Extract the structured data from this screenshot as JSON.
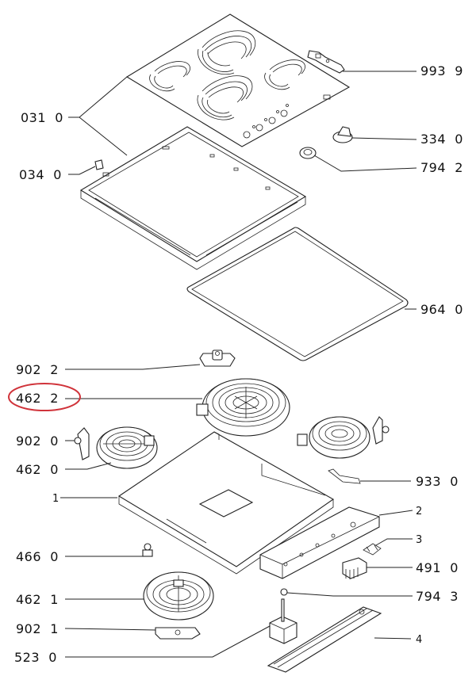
{
  "diagram": {
    "title": "Ceramic hob exploded parts diagram",
    "highlight_color": "#d0333a",
    "labels": {
      "p9939": "993  9",
      "p0310": "031  0",
      "p3340": "334  0",
      "p7942": "794  2",
      "p0340": "034  0",
      "p9640": "964  0",
      "p9022": "902  2",
      "p4622": "462  2",
      "p9020": "902  0",
      "p4620": "462  0",
      "p9330": "933  0",
      "p1": "1",
      "p2": "2",
      "p3": "3",
      "p4660": "466  0",
      "p4910": "491  0",
      "p4621": "462  1",
      "p7943": "794  3",
      "p9021": "902  1",
      "p5230": "523  0",
      "p4": "4"
    },
    "highlighted_part": "462  2"
  }
}
